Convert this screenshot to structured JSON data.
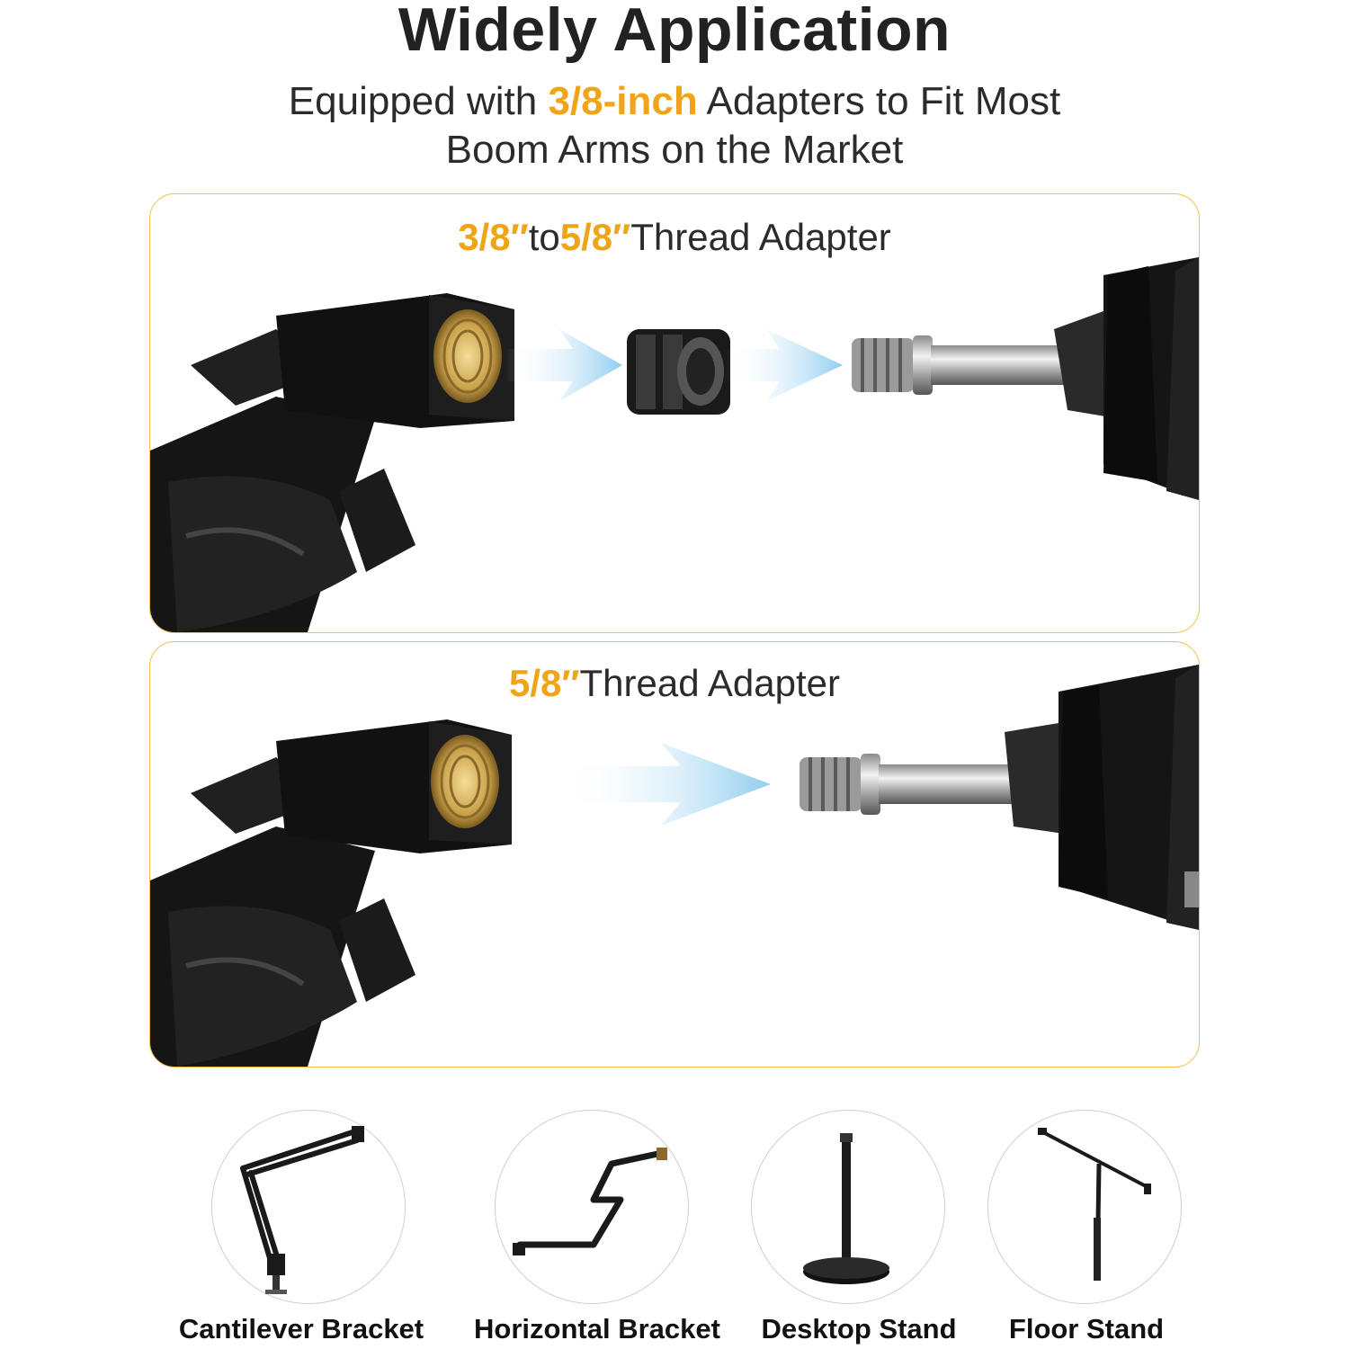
{
  "header": {
    "title": "Widely Application",
    "subtitle_prefix": "Equipped with",
    "subtitle_accent": "3/8-inch",
    "subtitle_suffix": "Adapters to Fit Most",
    "subtitle_line2": "Boom Arms on the Market"
  },
  "panels": [
    {
      "title_accent_1": "3/8″",
      "title_mid": "to",
      "title_accent_2": "5/8″",
      "title_rest": "Thread Adapter"
    },
    {
      "title_accent_1": "5/8″",
      "title_rest": "Thread Adapter"
    }
  ],
  "uses": [
    {
      "label": "Cantilever Bracket",
      "icon": "cantilever-bracket-icon"
    },
    {
      "label": "Horizontal Bracket",
      "icon": "horizontal-bracket-icon"
    },
    {
      "label": "Desktop Stand",
      "icon": "desktop-stand-icon"
    },
    {
      "label": "Floor Stand",
      "icon": "floor-stand-icon"
    }
  ],
  "colors": {
    "accent": "#f0a418",
    "panel_border": "#f0c24a",
    "arrow": "#9fd3f2",
    "brass": "#c9a24a"
  }
}
